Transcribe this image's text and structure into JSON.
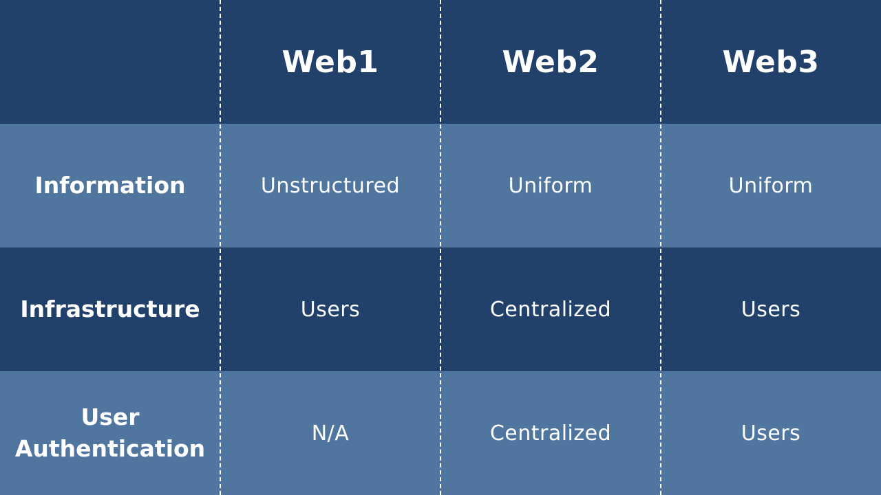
{
  "header": {
    "corner": "",
    "columns": [
      "Web1",
      "Web2",
      "Web3"
    ]
  },
  "rows": [
    {
      "label_lines": [
        "Information"
      ],
      "values": [
        "Unstructured",
        "Uniform",
        "Uniform"
      ]
    },
    {
      "label_lines": [
        "Infrastructure"
      ],
      "values": [
        "Users",
        "Centralized",
        "Users"
      ]
    },
    {
      "label_lines": [
        "User",
        "Authentication"
      ],
      "values": [
        "N/A",
        "Centralized",
        "Users"
      ]
    }
  ],
  "colors": {
    "dark_row": "#21416b",
    "light_row": "#50759e",
    "text": "#ffffff",
    "divider": "#ffffff"
  }
}
